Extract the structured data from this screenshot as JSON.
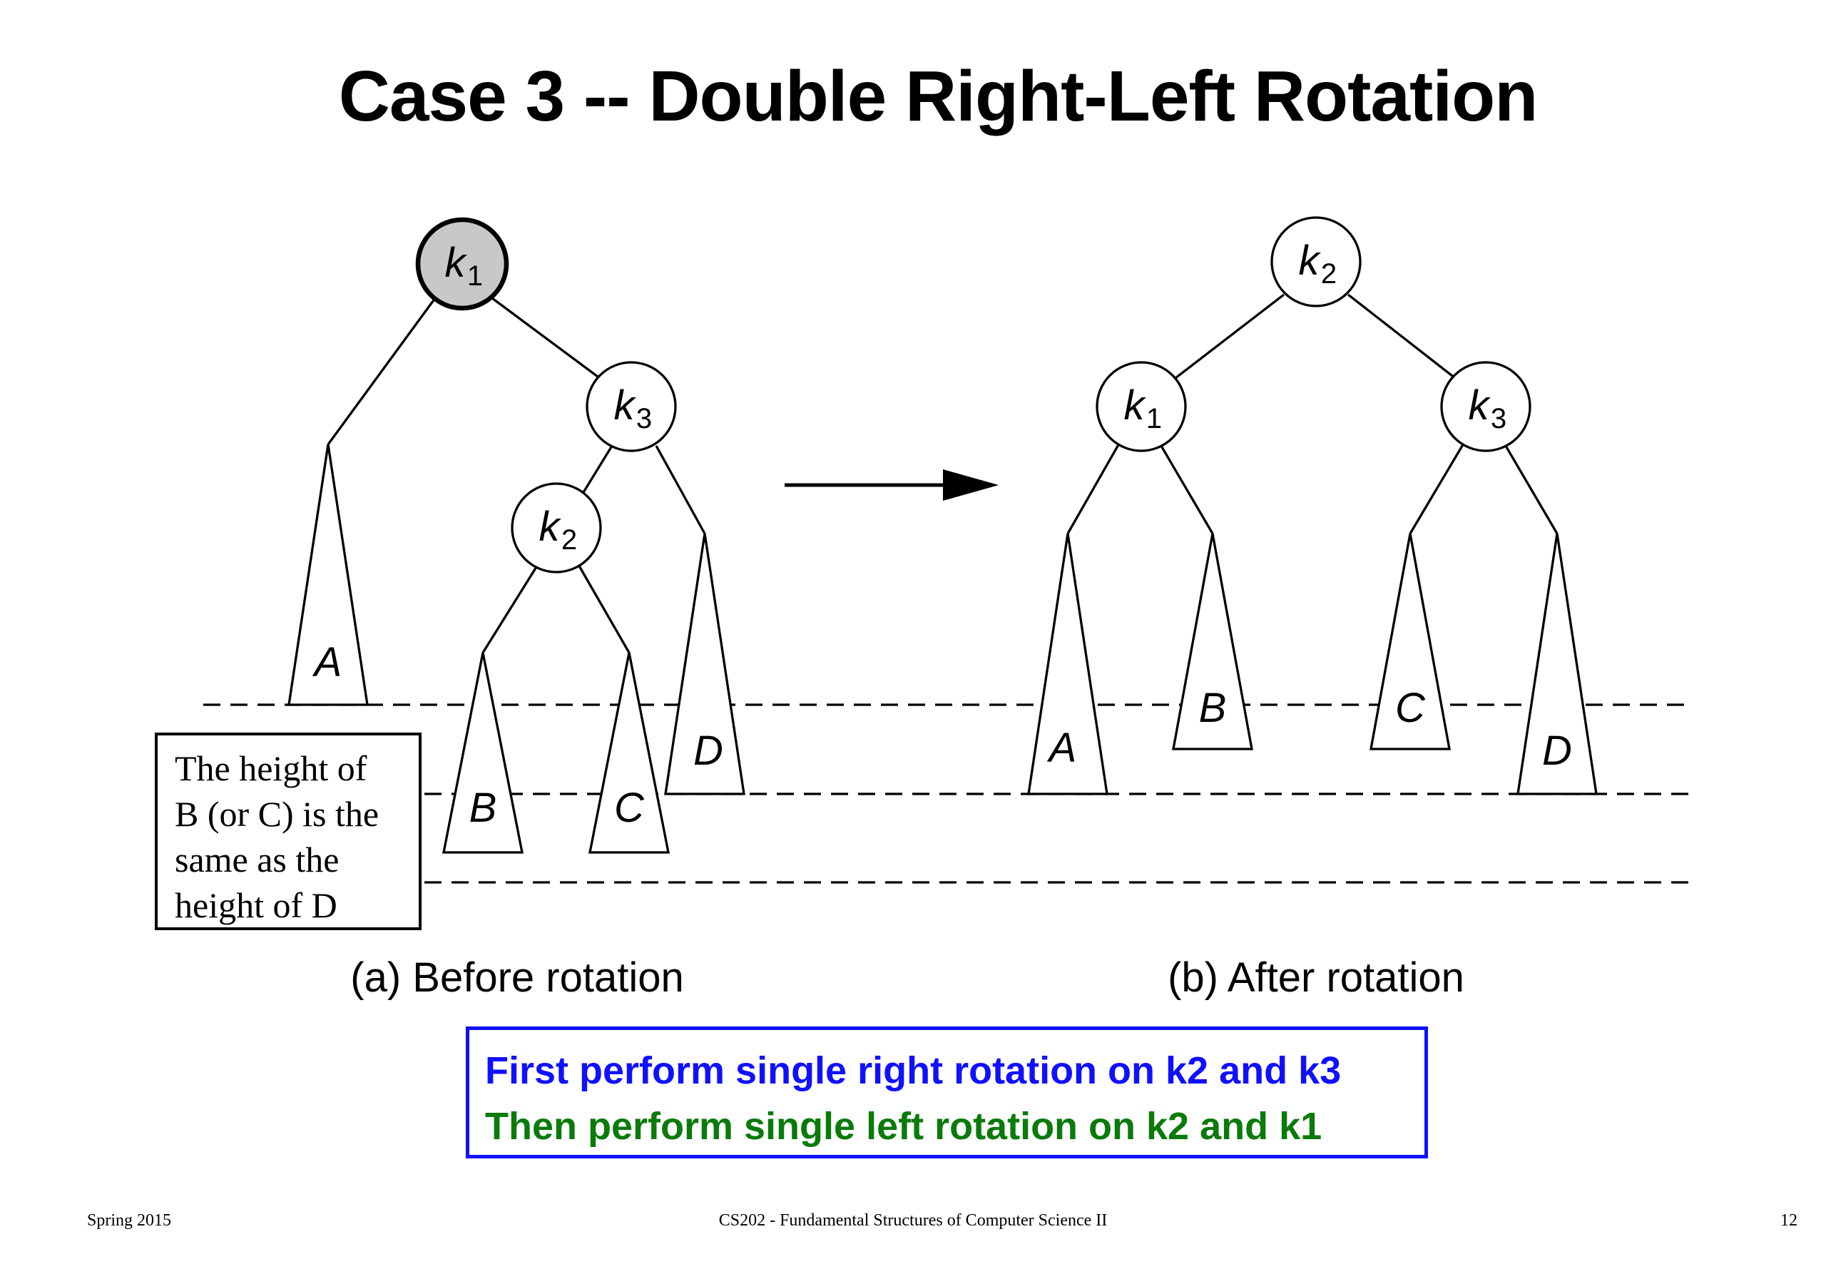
{
  "slide": {
    "title": "Case 3 -- Double Right-Left Rotation"
  },
  "before_tree": {
    "caption": "(a) Before rotation",
    "nodes": {
      "k1": {
        "letter": "k",
        "sub": "1",
        "highlighted": true
      },
      "k3": {
        "letter": "k",
        "sub": "3"
      },
      "k2": {
        "letter": "k",
        "sub": "2"
      }
    },
    "subtrees": [
      "A",
      "B",
      "C",
      "D"
    ]
  },
  "after_tree": {
    "caption": "(b) After rotation",
    "nodes": {
      "k2": {
        "letter": "k",
        "sub": "2"
      },
      "k1": {
        "letter": "k",
        "sub": "1"
      },
      "k3": {
        "letter": "k",
        "sub": "3"
      }
    },
    "subtrees": [
      "A",
      "B",
      "C",
      "D"
    ]
  },
  "note": {
    "lines": [
      "The height of",
      "B (or C) is the",
      "same as the",
      "height of D"
    ]
  },
  "info": {
    "line1": "First perform single right rotation on k2 and k3",
    "line2": "Then perform single left rotation on k2 and k1",
    "line1_color": "#1010ff",
    "line2_color": "#0a7a0a",
    "border_color": "#1010ff"
  },
  "colors": {
    "highlight_node_fill": "#c8c8c8"
  },
  "footer": {
    "left": "Spring 2015",
    "center": "CS202 - Fundamental Structures of Computer Science II",
    "right": "12"
  }
}
